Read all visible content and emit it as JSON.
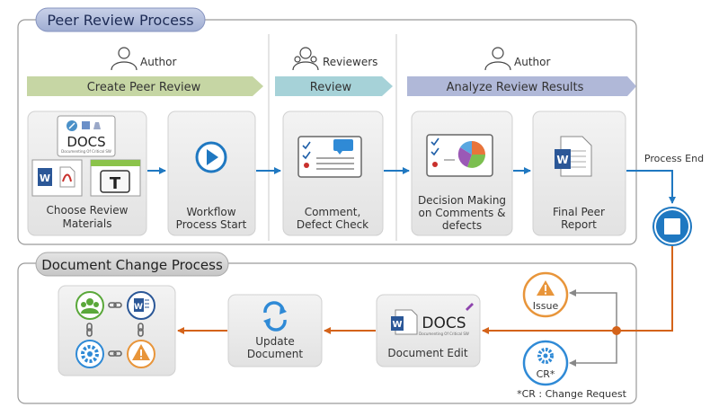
{
  "peer_review": {
    "title": "Peer Review Process",
    "roles": {
      "author_left": "Author",
      "reviewers": "Reviewers",
      "author_right": "Author"
    },
    "phases": {
      "create": "Create Peer Review",
      "review": "Review",
      "analyze": "Analyze Review Results"
    },
    "steps": {
      "choose_line1": "Choose Review",
      "choose_line2": "Materials",
      "workflow_line1": "Workflow",
      "workflow_line2": "Process Start",
      "comment_line1": "Comment,",
      "comment_line2": "Defect Check",
      "decision_line1": "Decision Making",
      "decision_line2": "on Comments &",
      "decision_line3": "defects",
      "final_line1": "Final Peer",
      "final_line2": "Report"
    },
    "docs_logo": "DOCS",
    "docs_tagline": "Documenting Of Critical SW",
    "t_letter": "T",
    "w_letter": "W",
    "process_end": "Process End"
  },
  "doc_change": {
    "title": "Document Change Process",
    "update_line1": "Update",
    "update_line2": "Document",
    "document_edit": "Document Edit",
    "docs_logo": "DOCS",
    "docs_tagline": "Documenting Of Critical SW",
    "issue": "Issue",
    "cr": "CR*",
    "footnote": "*CR : Change Request",
    "w_letter": "W"
  },
  "colors": {
    "create_banner": "#c6d6a4",
    "review_banner": "#a6d2d8",
    "analyze_banner": "#b0b8d8",
    "flow_blue": "#1f78c1",
    "flow_orange": "#d4631a",
    "card_fill": "#ececec",
    "frame_gray": "#8a8a8a"
  }
}
